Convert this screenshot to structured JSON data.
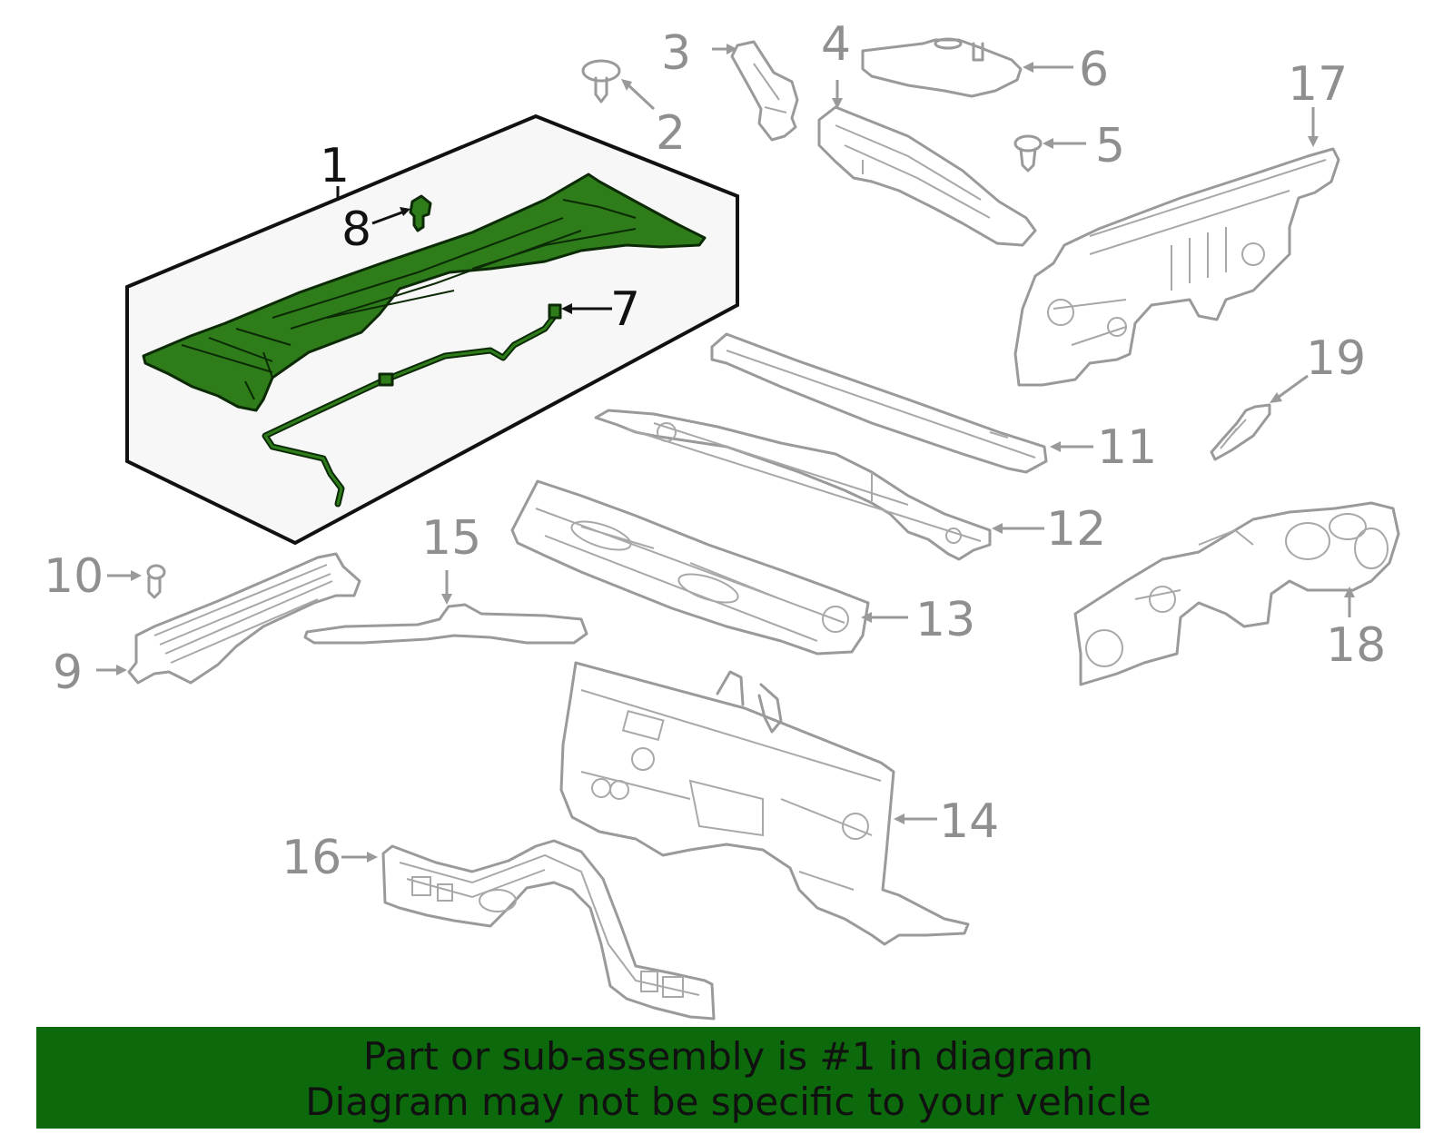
{
  "diagram": {
    "highlight_color": "#2e7d1a",
    "banner_color": "#0c6a0c",
    "callouts": [
      {
        "id": "1",
        "label": "1",
        "highlighted": true
      },
      {
        "id": "2",
        "label": "2"
      },
      {
        "id": "3",
        "label": "3"
      },
      {
        "id": "4",
        "label": "4"
      },
      {
        "id": "5",
        "label": "5"
      },
      {
        "id": "6",
        "label": "6"
      },
      {
        "id": "7",
        "label": "7",
        "highlighted": true
      },
      {
        "id": "8",
        "label": "8",
        "highlighted": true
      },
      {
        "id": "9",
        "label": "9"
      },
      {
        "id": "10",
        "label": "10"
      },
      {
        "id": "11",
        "label": "11"
      },
      {
        "id": "12",
        "label": "12"
      },
      {
        "id": "13",
        "label": "13"
      },
      {
        "id": "14",
        "label": "14"
      },
      {
        "id": "15",
        "label": "15"
      },
      {
        "id": "16",
        "label": "16"
      },
      {
        "id": "17",
        "label": "17"
      },
      {
        "id": "18",
        "label": "18"
      },
      {
        "id": "19",
        "label": "19"
      }
    ]
  },
  "banner": {
    "line1": "Part or sub-assembly is #1 in diagram",
    "line2": "Diagram may not be specific to your vehicle"
  }
}
